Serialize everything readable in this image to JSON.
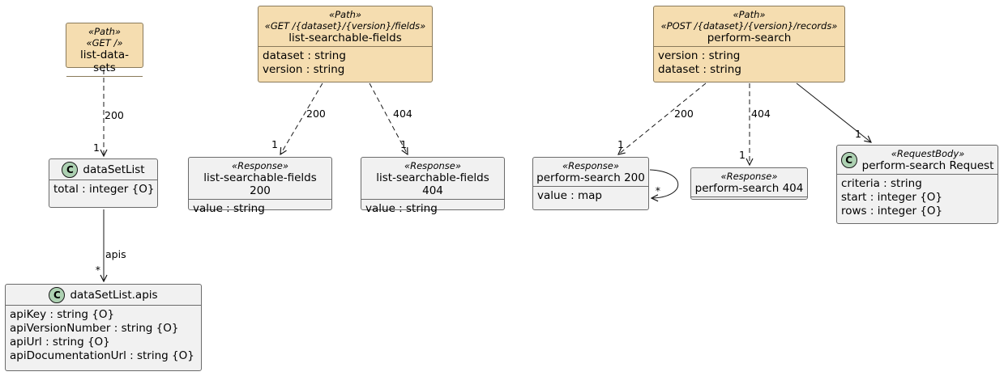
{
  "nodes": {
    "list_data_sets": {
      "stereotypes": [
        "«Path»",
        "«GET /»"
      ],
      "title": "list-data-sets",
      "attrs": []
    },
    "list_searchable_fields": {
      "stereotypes": [
        "«Path»",
        "«GET /{dataset}/{version}/fields»"
      ],
      "title": "list-searchable-fields",
      "attrs": [
        "dataset : string",
        "version : string"
      ]
    },
    "perform_search": {
      "stereotypes": [
        "«Path»",
        "«POST /{dataset}/{version}/records»"
      ],
      "title": "perform-search",
      "attrs": [
        "version : string",
        "dataset : string"
      ]
    },
    "data_set_list": {
      "icon": "C",
      "stereotypes": [],
      "title": "dataSetList",
      "attrs": [
        "total : integer {O}"
      ]
    },
    "data_set_list_apis": {
      "icon": "C",
      "stereotypes": [],
      "title": "dataSetList.apis",
      "attrs": [
        "apiKey : string {O}",
        "apiVersionNumber : string {O}",
        "apiUrl : string {O}",
        "apiDocumentationUrl : string {O}"
      ]
    },
    "lsf_200": {
      "stereotypes": [
        "«Response»"
      ],
      "title": "list-searchable-fields 200",
      "attrs": [
        "value : string"
      ]
    },
    "lsf_404": {
      "stereotypes": [
        "«Response»"
      ],
      "title": "list-searchable-fields 404",
      "attrs": [
        "value : string"
      ]
    },
    "ps_200": {
      "stereotypes": [
        "«Response»"
      ],
      "title": "perform-search 200",
      "attrs": [
        "value : map"
      ]
    },
    "ps_404": {
      "stereotypes": [
        "«Response»"
      ],
      "title": "perform-search 404",
      "attrs": []
    },
    "ps_request": {
      "icon": "C",
      "stereotypes": [
        "«RequestBody»"
      ],
      "title": "perform-search Request",
      "attrs": [
        "criteria : string",
        "start : integer {O}",
        "rows : integer {O}"
      ]
    }
  },
  "edges": [
    {
      "from": "list_data_sets",
      "to": "data_set_list",
      "label": "200",
      "multiplicity": "1",
      "dashed": true
    },
    {
      "from": "data_set_list",
      "to": "data_set_list_apis",
      "label": "apis",
      "multiplicity": "*",
      "dashed": false
    },
    {
      "from": "list_searchable_fields",
      "to": "lsf_200",
      "label": "200",
      "multiplicity": "1",
      "dashed": true
    },
    {
      "from": "list_searchable_fields",
      "to": "lsf_404",
      "label": "404",
      "multiplicity": "1",
      "dashed": true
    },
    {
      "from": "perform_search",
      "to": "ps_200",
      "label": "200",
      "multiplicity": "1",
      "dashed": true
    },
    {
      "from": "perform_search",
      "to": "ps_404",
      "label": "404",
      "multiplicity": "1",
      "dashed": true
    },
    {
      "from": "perform_search",
      "to": "ps_request",
      "label": "",
      "multiplicity": "1",
      "dashed": false
    },
    {
      "from": "ps_200",
      "to": "ps_200",
      "label": "",
      "multiplicity": "*",
      "dashed": false
    }
  ]
}
